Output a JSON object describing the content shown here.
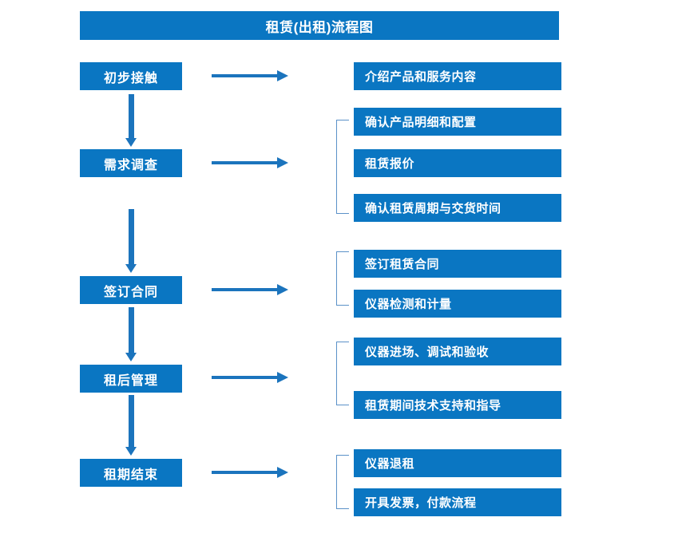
{
  "diagram": {
    "title": "租赁(出租)流程图",
    "colors": {
      "box_blue": "#0a76c2",
      "arrow_blue": "#1b74bd",
      "bracket_blue": "#5b91c8",
      "text": "#ffffff",
      "background": "#ffffff"
    },
    "stages": [
      {
        "label": "初步接触"
      },
      {
        "label": "需求调查"
      },
      {
        "label": "签订合同"
      },
      {
        "label": "租后管理"
      },
      {
        "label": "租期结束"
      }
    ],
    "details": [
      {
        "label": "介绍产品和服务内容"
      },
      {
        "label": "确认产品明细和配置"
      },
      {
        "label": "租赁报价"
      },
      {
        "label": "确认租赁周期与交货时间"
      },
      {
        "label": "签订租赁合同"
      },
      {
        "label": "仪器检测和计量"
      },
      {
        "label": "仪器进场、调试和验收"
      },
      {
        "label": "租赁期间技术支持和指导"
      },
      {
        "label": "仪器退租"
      },
      {
        "label": "开具发票，付款流程"
      }
    ]
  }
}
